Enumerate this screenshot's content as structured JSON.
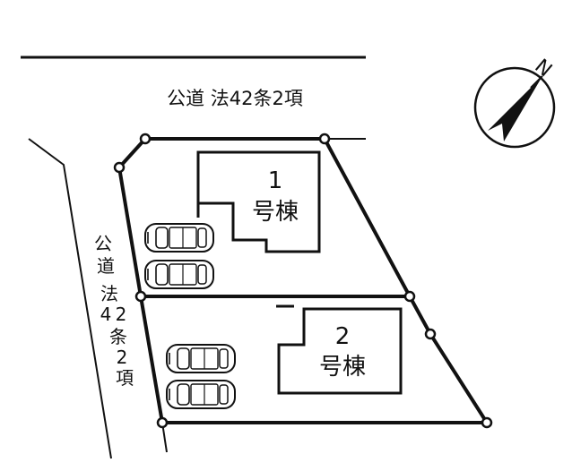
{
  "roads": {
    "top": {
      "label": "公道 法42条2項"
    },
    "left": {
      "chars": [
        "公",
        "道",
        "法",
        "4",
        "2",
        "条",
        "2",
        "項"
      ]
    }
  },
  "lots": [
    {
      "number": "1",
      "building_label": "号棟"
    },
    {
      "number": "2",
      "building_label": "号棟"
    }
  ],
  "compass": {
    "north_label": "N"
  },
  "parking": {
    "lot1_spaces": 2,
    "lot2_spaces": 2
  }
}
